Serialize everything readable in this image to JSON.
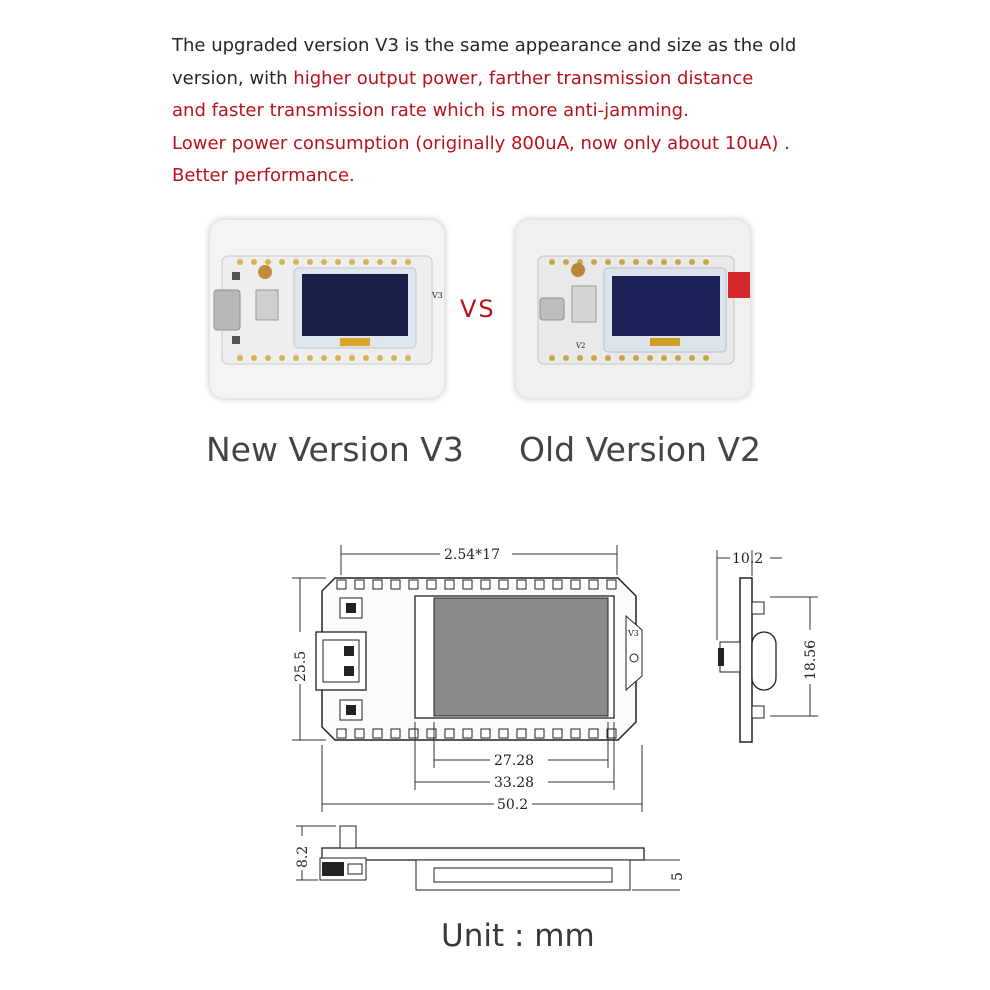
{
  "intro": {
    "line1": "The upgraded version V3 is the same appearance and size as the old",
    "line2a": "version, with ",
    "line2b": "higher output power, farther transmission distance",
    "line3": "and faster transmission rate which is more anti-jamming.",
    "line4": "Lower power consumption (originally 800uA, now only about 10uA) .",
    "line5": "Better performance."
  },
  "comparison": {
    "vs": "VS",
    "new_label": "New Version V3",
    "old_label": "Old Version V2"
  },
  "board_marks": {
    "v3": "V3",
    "v2": "V2"
  },
  "drawing": {
    "pitch": "2.54*17",
    "height": "25.5",
    "screen_width": "27.28",
    "window_width": "33.28",
    "total_width": "50.2",
    "side_width": "10.2",
    "side_height": "18.56",
    "profile_height": "8.2",
    "screen_thickness": "5",
    "board_mark": "V3"
  },
  "unit": "Unit : mm",
  "colors": {
    "red_text": "#b8121b",
    "oled": "#1a1f4a",
    "screen_gray": "#8a8a8a"
  }
}
